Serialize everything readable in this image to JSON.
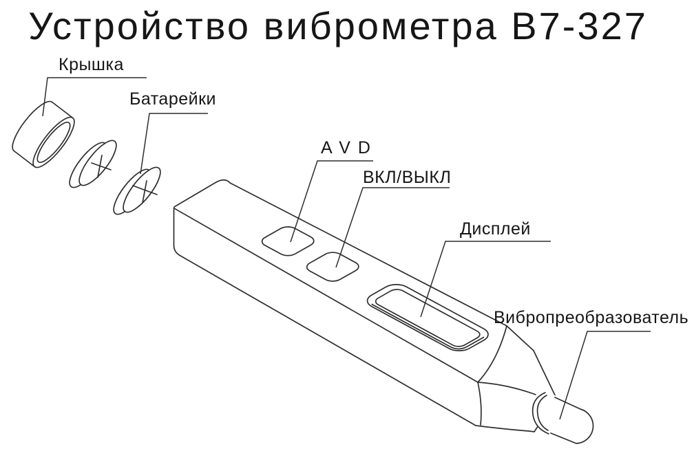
{
  "title": "Устройство виброметра В7-327",
  "diagram": {
    "labels": {
      "cap": "Крышка",
      "batteries": "Батарейки",
      "avd": "A V D",
      "power": "ВКЛ/ВЫКЛ",
      "display": "Дисплей",
      "transducer": "Вибропреобразователь"
    },
    "parts": [
      "cap",
      "battery-1",
      "battery-2",
      "device-body",
      "button-avd",
      "button-power",
      "display-screen",
      "transducer-tip"
    ],
    "colors": {
      "line": "#2d2d2d",
      "text": "#161616",
      "background": "#ffffff"
    }
  }
}
